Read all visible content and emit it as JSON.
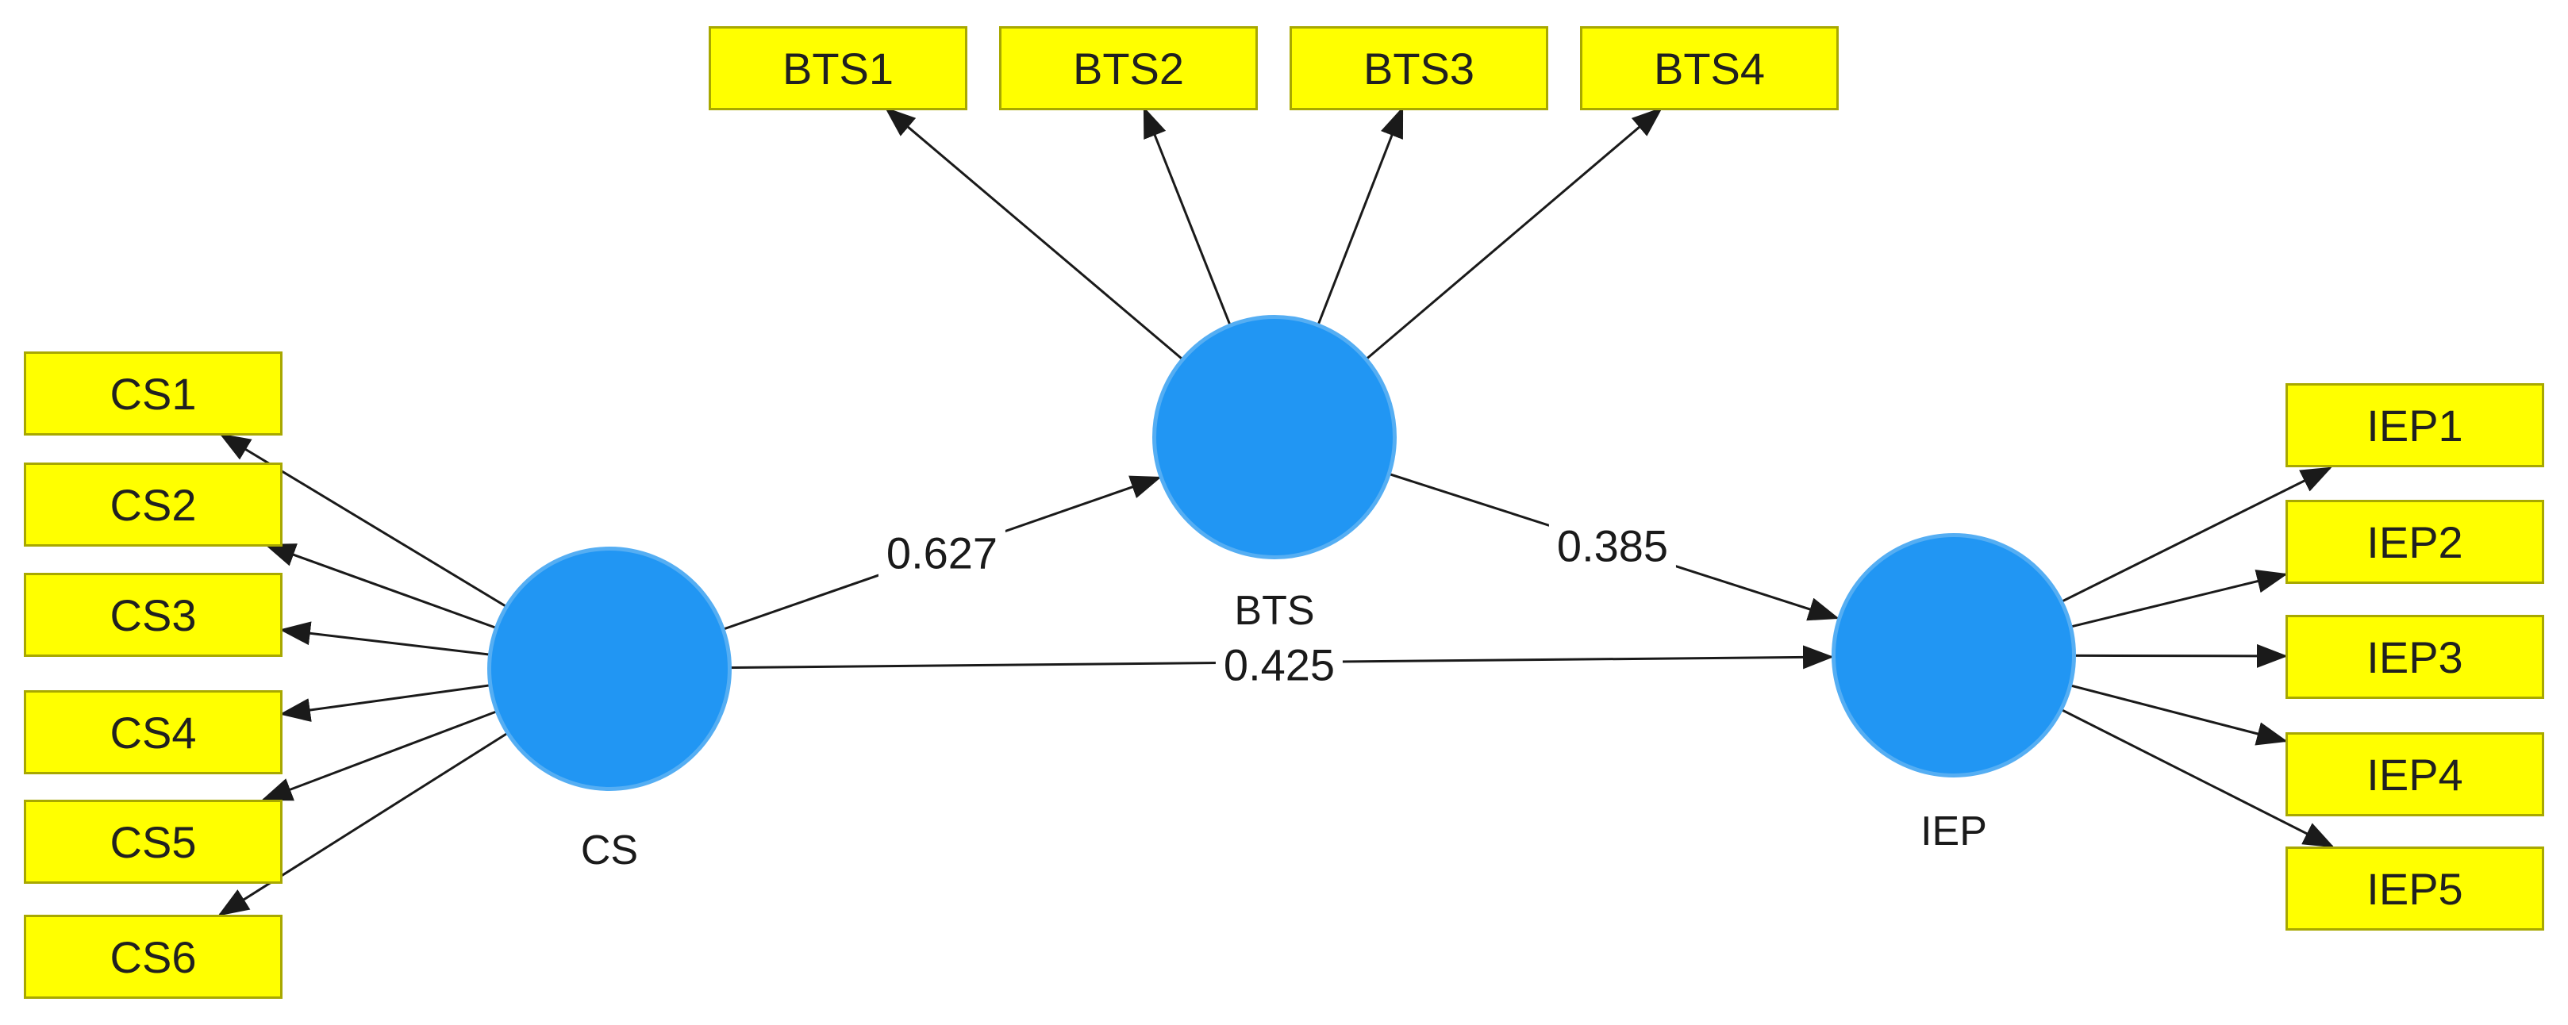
{
  "diagram": {
    "type": "pls-sem-path-model",
    "latents": [
      {
        "id": "cs",
        "label": "CS"
      },
      {
        "id": "bts",
        "label": "BTS"
      },
      {
        "id": "iep",
        "label": "IEP"
      }
    ],
    "indicators": {
      "cs": [
        "CS1",
        "CS2",
        "CS3",
        "CS4",
        "CS5",
        "CS6"
      ],
      "bts": [
        "BTS1",
        "BTS2",
        "BTS3",
        "BTS4"
      ],
      "iep": [
        "IEP1",
        "IEP2",
        "IEP3",
        "IEP4",
        "IEP5"
      ]
    },
    "paths": [
      {
        "from": "CS",
        "to": "BTS",
        "coefficient": "0.627"
      },
      {
        "from": "BTS",
        "to": "IEP",
        "coefficient": "0.385"
      },
      {
        "from": "CS",
        "to": "IEP",
        "coefficient": "0.425"
      }
    ],
    "colors": {
      "latent_fill": "#2196f3",
      "latent_border": "#55aef3",
      "indicator_fill": "#ffff00",
      "indicator_border": "#a8a800",
      "connector": "#1a1a1a",
      "label_text": "#1a1a1a",
      "background": "#ffffff"
    }
  }
}
